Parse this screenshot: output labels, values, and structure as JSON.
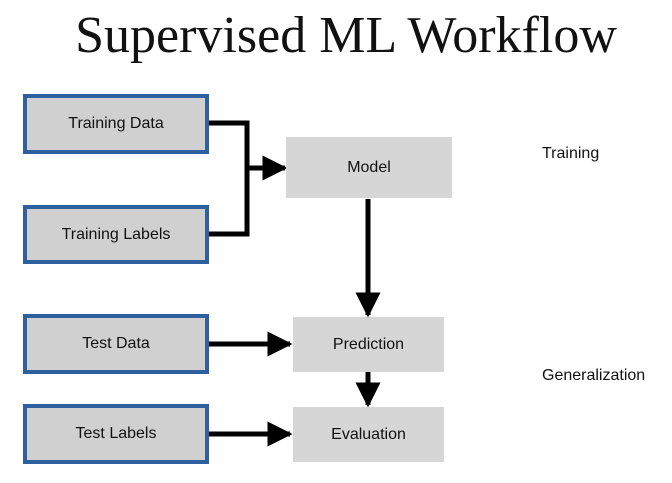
{
  "title": "Supervised ML Workflow",
  "inputs": {
    "training_data": "Training Data",
    "training_labels": "Training Labels",
    "test_data": "Test Data",
    "test_labels": "Test Labels"
  },
  "steps": {
    "model": "Model",
    "prediction": "Prediction",
    "evaluation": "Evaluation"
  },
  "phases": {
    "training": "Training",
    "generalization": "Generalization"
  },
  "colors": {
    "input_border": "#2e5f9f",
    "input_fill": "#d0d0d0",
    "process_fill": "#d6d6d6",
    "arrow": "#000000"
  }
}
